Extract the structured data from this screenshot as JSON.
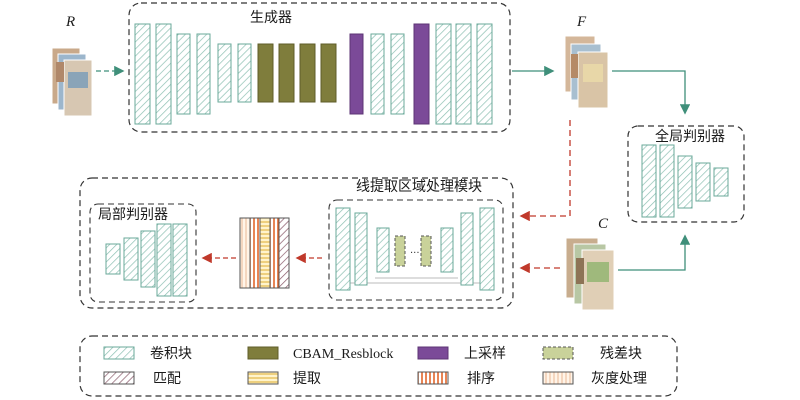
{
  "colors": {
    "conv_stroke": "#6aa89a",
    "cbam_fill": "#7f7d3c",
    "upsample_fill": "#7b4a98",
    "residual_fill": "#c9d29a",
    "flow_arrow": "#3f8f7a",
    "local_arrow": "#c0392b",
    "frame_stroke": "#333333"
  },
  "inputs": {
    "real_label": "R",
    "fake_label": "F",
    "cond_label": "C"
  },
  "generator": {
    "title": "生成器"
  },
  "global_discriminator": {
    "title": "全局判别器"
  },
  "line_module": {
    "title": "线提取区域处理模块"
  },
  "local_discriminator": {
    "title": "局部判别器"
  },
  "legend": {
    "items": [
      {
        "key": "conv",
        "label": "卷积块"
      },
      {
        "key": "cbam",
        "label": "CBAM_Resblock"
      },
      {
        "key": "upsample",
        "label": "上采样"
      },
      {
        "key": "residual",
        "label": "残差块"
      },
      {
        "key": "match",
        "label": "匹配"
      },
      {
        "key": "extract",
        "label": "提取"
      },
      {
        "key": "sort",
        "label": "排序"
      },
      {
        "key": "gray",
        "label": "灰度处理"
      }
    ]
  }
}
